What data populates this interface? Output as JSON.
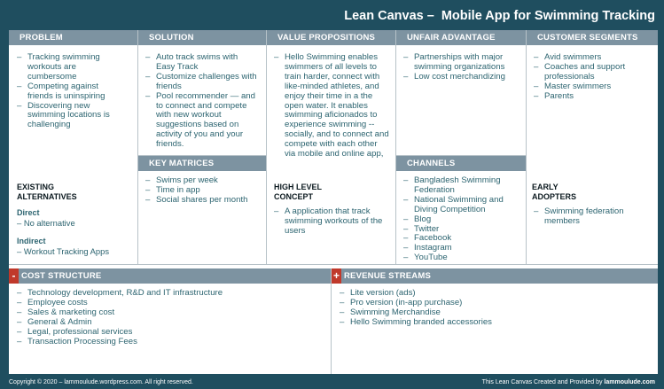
{
  "title": "Lean Canvas –  Mobile App for Swimming Tracking",
  "problem": {
    "header": "PROBLEM",
    "items": [
      "Tracking swimming workouts are cumbersome",
      "Competing against friends is uninspiring",
      "Discovering new swimming locations is challenging"
    ],
    "existing_alternatives_title": "EXISTING ALTERNATIVES",
    "direct_label": "Direct",
    "direct_value": "– No alternative",
    "indirect_label": "Indirect",
    "indirect_value": "– Workout Tracking Apps"
  },
  "solution": {
    "header": "SOLUTION",
    "items": [
      "Auto track swims with Easy Track",
      "Customize challenges with friends",
      "Pool recommender — and to connect and compete with new workout suggestions based on activity of you and your friends."
    ]
  },
  "key_metrics": {
    "header": "KEY MATRICES",
    "items": [
      "Swims per week",
      "Time in app",
      "Social shares per month"
    ]
  },
  "value_propositions": {
    "header": "VALUE PROPOSITIONS",
    "text": "Hello Swimming enables swimmers of all levels to train harder, connect with like-minded athletes, and enjoy  their time in a the open water. It enables swimming aficionados to experience swimming -- socially, and to connect and compete with  each other via mobile and online app,",
    "high_level_concept_title": "HIGH LEVEL CONCEPT",
    "high_level_concept_items": [
      "A application that track swimming workouts of the users"
    ]
  },
  "unfair_advantage": {
    "header": "UNFAIR ADVANTAGE",
    "items": [
      "Partnerships with major swimming organizations",
      "Low cost merchandizing"
    ]
  },
  "channels": {
    "header": "CHANNELS",
    "items": [
      "Bangladesh Swimming Federation",
      "National Swimming and Diving Competition",
      "Blog",
      "Twitter",
      "Facebook",
      "Instagram",
      "YouTube"
    ]
  },
  "customer_segments": {
    "header": "CUSTOMER SEGMENTS",
    "items": [
      "Avid swimmers",
      "Coaches and support professionals",
      "Master swimmers",
      "Parents"
    ],
    "early_adopters_title": "EARLY ADOPTERS",
    "early_adopters_items": [
      "Swimming federation members"
    ]
  },
  "cost_structure": {
    "sign": "-",
    "header": "COST STRUCTURE",
    "items": [
      "Technology development, R&D and IT infrastructure",
      "Employee costs",
      "Sales & marketing cost",
      "General & Admin",
      "Legal, professional services",
      "Transaction Processing Fees"
    ]
  },
  "revenue_streams": {
    "sign": "+",
    "header": "REVENUE STREAMS",
    "items": [
      "Lite version (ads)",
      "Pro version (in-app purchase)",
      "Swimming Merchandise",
      "Hello Swimming branded accessories"
    ]
  },
  "footer": {
    "copyright": "Copyright © 2020 – lammoulude.wordpress.com. All right reserved.",
    "credit_prefix": "This Lean Canvas Created and Provided by ",
    "credit_site": "lammoulude.com"
  },
  "colors": {
    "background": "#1f4e5f",
    "header_bar": "#7d93a1",
    "text_teal": "#2c6470",
    "sign_red": "#c0392b"
  }
}
